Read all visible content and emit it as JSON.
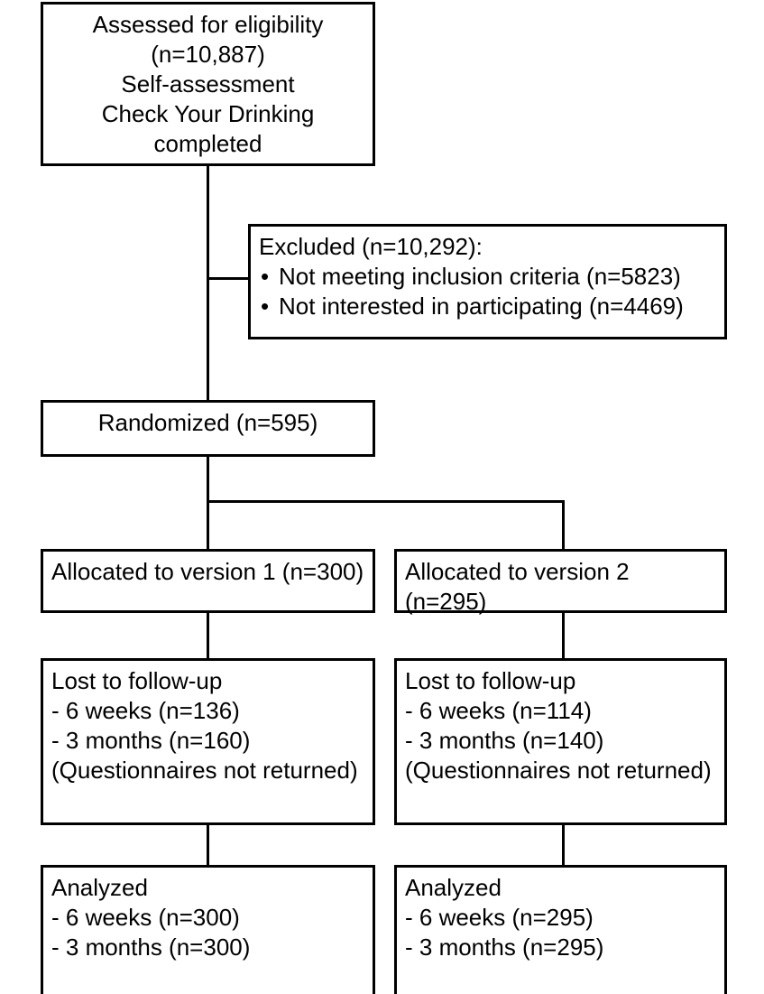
{
  "diagram": {
    "title": "CONSORT participant flow diagram",
    "type": "flowchart",
    "stroke_color": "#000000",
    "background_color": "#ffffff"
  },
  "nodes": {
    "assessed": {
      "name": "assessed-for-eligibility",
      "lines": [
        "Assessed for eligibility",
        "(n=10,887)",
        "Self-assessment",
        "Check Your Drinking",
        "completed"
      ]
    },
    "excluded": {
      "name": "excluded",
      "heading": "Excluded (n=10,292):",
      "bullets": [
        "Not meeting inclusion criteria (n=5823)",
        "Not interested in participating (n=4469)"
      ]
    },
    "randomized": {
      "name": "randomized",
      "lines": [
        "Randomized (n=595)"
      ]
    },
    "allocation_1": {
      "name": "allocated-version-1",
      "lines": [
        "Allocated to version 1 (n=300)"
      ]
    },
    "allocation_2": {
      "name": "allocated-version-2",
      "lines": [
        "Allocated to version 2 (n=295)"
      ]
    },
    "lost_1": {
      "name": "lost-to-follow-up-version-1",
      "lines": [
        "Lost to follow-up",
        "- 6 weeks (n=136)",
        "- 3 months (n=160)",
        "(Questionnaires not returned)"
      ]
    },
    "lost_2": {
      "name": "lost-to-follow-up-version-2",
      "lines": [
        "Lost to follow-up",
        "- 6 weeks (n=114)",
        "- 3 months (n=140)",
        "(Questionnaires not returned)"
      ]
    },
    "analyzed_1": {
      "name": "analyzed-version-1",
      "lines": [
        "Analyzed",
        "- 6 weeks (n=300)",
        "- 3 months (n=300)"
      ]
    },
    "analyzed_2": {
      "name": "analyzed-version-2",
      "lines": [
        "Analyzed",
        "- 6 weeks (n=295)",
        "- 3 months (n=295)"
      ]
    }
  },
  "chart_data": {
    "type": "flowchart",
    "title": "CONSORT participant flow diagram",
    "stages": [
      {
        "stage": "Assessed for eligibility",
        "n": 10887,
        "note": "Self-assessment Check Your Drinking completed"
      },
      {
        "stage": "Excluded",
        "n": 10292,
        "reasons": [
          {
            "reason": "Not meeting inclusion criteria",
            "n": 5823
          },
          {
            "reason": "Not interested in participating",
            "n": 4469
          }
        ]
      },
      {
        "stage": "Randomized",
        "n": 595
      },
      {
        "stage": "Allocated to version 1",
        "n": 300,
        "arm": "version 1"
      },
      {
        "stage": "Allocated to version 2",
        "n": 295,
        "arm": "version 2"
      },
      {
        "stage": "Lost to follow-up",
        "arm": "version 1",
        "timepoints": [
          {
            "time": "6 weeks",
            "n": 136
          },
          {
            "time": "3 months",
            "n": 160
          }
        ],
        "note": "Questionnaires not returned"
      },
      {
        "stage": "Lost to follow-up",
        "arm": "version 2",
        "timepoints": [
          {
            "time": "6 weeks",
            "n": 114
          },
          {
            "time": "3 months",
            "n": 140
          }
        ],
        "note": "Questionnaires not returned"
      },
      {
        "stage": "Analyzed",
        "arm": "version 1",
        "timepoints": [
          {
            "time": "6 weeks",
            "n": 300
          },
          {
            "time": "3 months",
            "n": 300
          }
        ]
      },
      {
        "stage": "Analyzed",
        "arm": "version 2",
        "timepoints": [
          {
            "time": "6 weeks",
            "n": 295
          },
          {
            "time": "3 months",
            "n": 295
          }
        ]
      }
    ],
    "edges": [
      {
        "from": "Assessed for eligibility",
        "to": "Randomized"
      },
      {
        "from": "Assessed for eligibility",
        "to": "Excluded"
      },
      {
        "from": "Randomized",
        "to": "Allocated to version 1"
      },
      {
        "from": "Randomized",
        "to": "Allocated to version 2"
      },
      {
        "from": "Allocated to version 1",
        "to": "Lost to follow-up (version 1)"
      },
      {
        "from": "Allocated to version 2",
        "to": "Lost to follow-up (version 2)"
      },
      {
        "from": "Lost to follow-up (version 1)",
        "to": "Analyzed (version 1)"
      },
      {
        "from": "Lost to follow-up (version 2)",
        "to": "Analyzed (version 2)"
      }
    ]
  }
}
